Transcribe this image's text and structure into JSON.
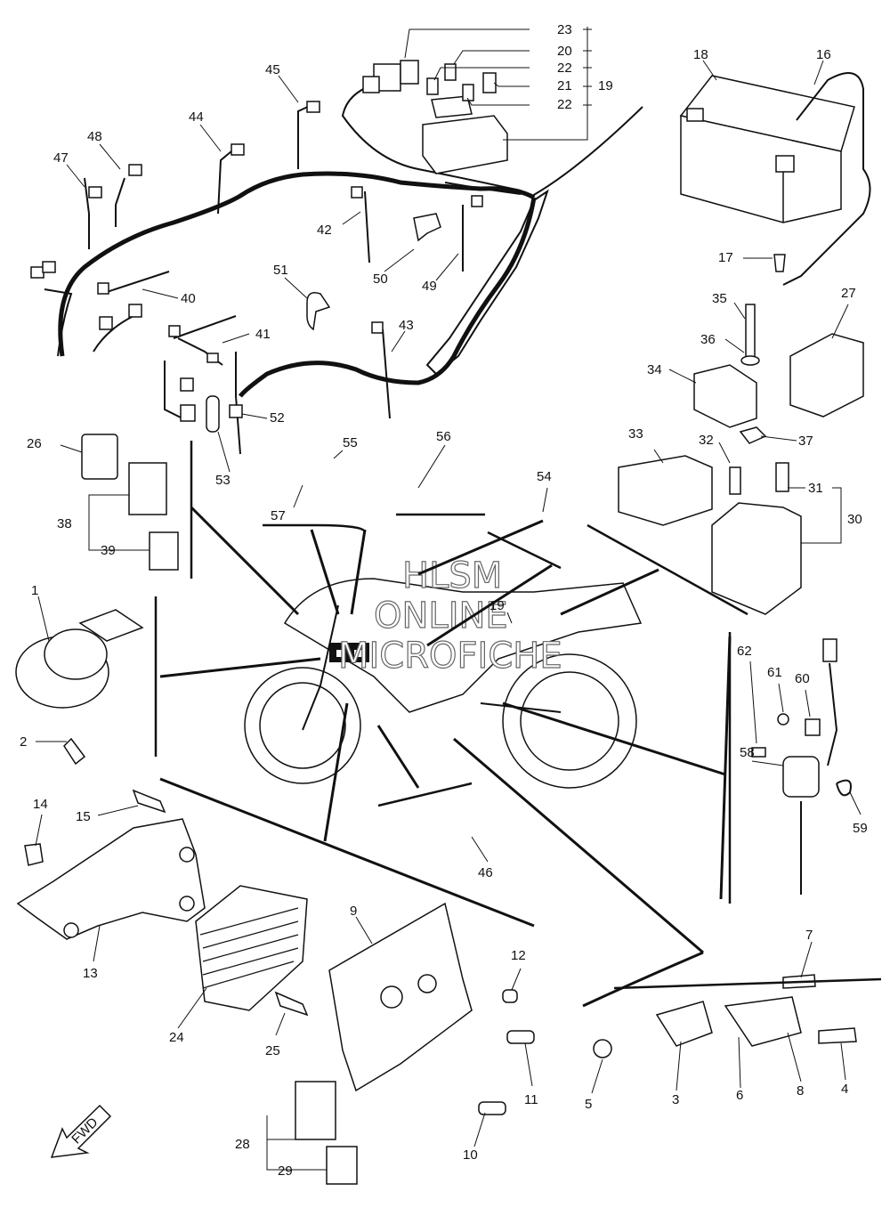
{
  "watermark": {
    "line1": "HLSM",
    "line2": "ONLINE",
    "line3": "MICROFICHE"
  },
  "fwd_label": "FWD",
  "callouts": [
    "1",
    "2",
    "3",
    "4",
    "5",
    "6",
    "7",
    "8",
    "9",
    "10",
    "11",
    "12",
    "13",
    "14",
    "15",
    "16",
    "17",
    "18",
    "19",
    "19",
    "20",
    "21",
    "22",
    "22",
    "23",
    "24",
    "25",
    "26",
    "27",
    "28",
    "29",
    "30",
    "31",
    "32",
    "33",
    "34",
    "35",
    "36",
    "37",
    "38",
    "39",
    "40",
    "41",
    "42",
    "43",
    "44",
    "45",
    "46",
    "47",
    "48",
    "49",
    "50",
    "51",
    "52",
    "53",
    "54",
    "55",
    "56",
    "57",
    "58",
    "59",
    "60",
    "61",
    "62"
  ]
}
